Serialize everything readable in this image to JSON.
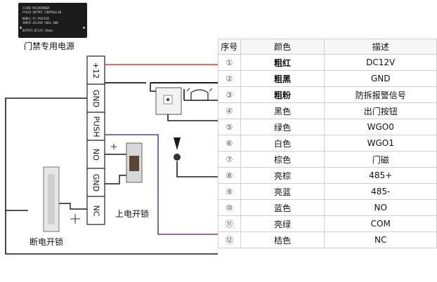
{
  "power_supply": {
    "plate_lines": [
      "FCARD MICROPOWER",
      "FP418 OUTPUT CONTROLLER",
      "MODEL:FC-PSU/RS5",
      "INPUT:AC220V 50Hz 60W",
      "OUTPUT:DC12V 3Amax"
    ],
    "caption": "门禁专用电源"
  },
  "terminals": [
    "+12",
    "GND",
    "PUSH",
    "NO",
    "GND",
    "NC"
  ],
  "labels": {
    "power_on_lock": "上电开锁",
    "power_off_lock": "断电开锁",
    "plus_sign": "+"
  },
  "table": {
    "headers": [
      "序号",
      "颜色",
      "描述"
    ],
    "rows": [
      {
        "no": "①",
        "color": "粗红",
        "desc": "DC12V",
        "bold": true
      },
      {
        "no": "②",
        "color": "粗黑",
        "desc": "GND",
        "bold": true
      },
      {
        "no": "③",
        "color": "粗粉",
        "desc": "防拆报警信号",
        "bold": true
      },
      {
        "no": "④",
        "color": "黑色",
        "desc": "出门按钮",
        "bold": false
      },
      {
        "no": "⑤",
        "color": "绿色",
        "desc": "WGO0",
        "bold": false
      },
      {
        "no": "⑥",
        "color": "白色",
        "desc": "WGO1",
        "bold": false
      },
      {
        "no": "⑦",
        "color": "棕色",
        "desc": "门磁",
        "bold": false
      },
      {
        "no": "⑧",
        "color": "亮棕",
        "desc": "485+",
        "bold": false
      },
      {
        "no": "⑨",
        "color": "亮蓝",
        "desc": "485-",
        "bold": false
      },
      {
        "no": "⑩",
        "color": "蓝色",
        "desc": "NO",
        "bold": false
      },
      {
        "no": "⑪",
        "color": "亮绿",
        "desc": "COM",
        "bold": false
      },
      {
        "no": "⑫",
        "color": "桔色",
        "desc": "NC",
        "bold": false
      }
    ]
  },
  "colors": {
    "wire_red": "#e53935",
    "wire_black": "#1a1a1a",
    "wire_purple": "#6a3d9a"
  }
}
